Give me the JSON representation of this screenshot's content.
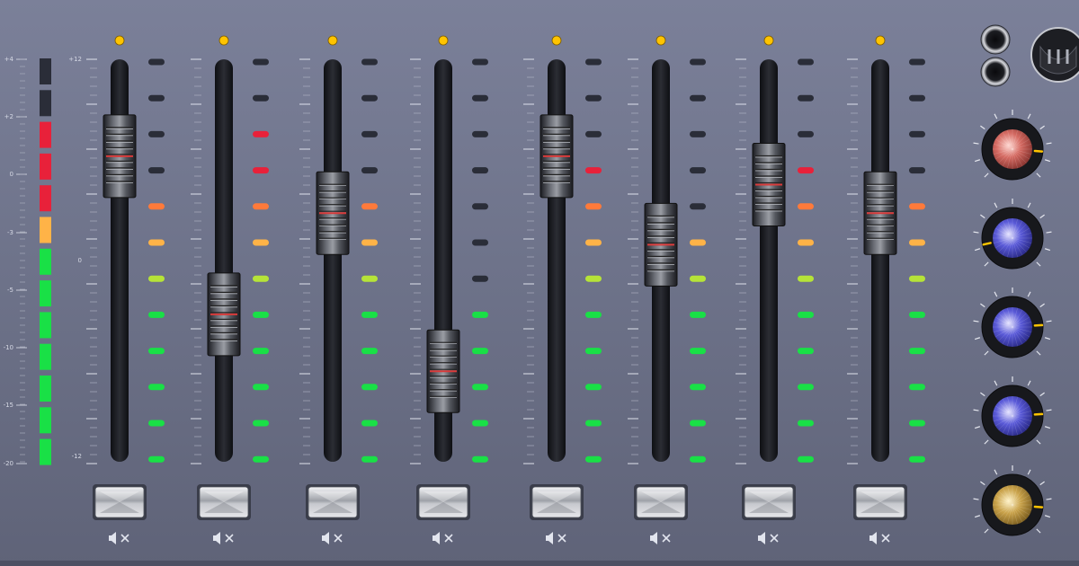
{
  "master_meter": {
    "scale_labels": [
      "+4",
      "+2",
      "0",
      "-3",
      "-5",
      "-10",
      "-15",
      "-20"
    ],
    "segments": [
      "off",
      "off",
      "red",
      "red",
      "red",
      "amber",
      "green",
      "green",
      "green",
      "green",
      "green",
      "green",
      "green"
    ]
  },
  "fader_scale": {
    "labels": [
      "+12",
      "0",
      "-12"
    ]
  },
  "channels": [
    {
      "id": 1,
      "level": 0.83,
      "meter_lit": 8,
      "mute_icon": "speaker-mute-icon",
      "led_on": true
    },
    {
      "id": 2,
      "level": 0.33,
      "meter_lit": 10,
      "mute_icon": "speaker-mute-icon",
      "led_on": true
    },
    {
      "id": 3,
      "level": 0.65,
      "meter_lit": 8,
      "mute_icon": "speaker-mute-icon",
      "led_on": true
    },
    {
      "id": 4,
      "level": 0.15,
      "meter_lit": 5,
      "mute_icon": "speaker-mute-icon",
      "led_on": true
    },
    {
      "id": 5,
      "level": 0.83,
      "meter_lit": 9,
      "mute_icon": "speaker-mute-icon",
      "led_on": true
    },
    {
      "id": 6,
      "level": 0.55,
      "meter_lit": 7,
      "mute_icon": "speaker-mute-icon",
      "led_on": true
    },
    {
      "id": 7,
      "level": 0.74,
      "meter_lit": 9,
      "mute_icon": "speaker-mute-icon",
      "led_on": true
    },
    {
      "id": 8,
      "level": 0.65,
      "meter_lit": 8,
      "mute_icon": "speaker-mute-icon",
      "led_on": true
    }
  ],
  "knobs": [
    {
      "color": "red",
      "value": 0.85
    },
    {
      "color": "blue",
      "value": 0.12
    },
    {
      "color": "blue",
      "value": 0.82
    },
    {
      "color": "blue",
      "value": 0.82
    },
    {
      "color": "gold",
      "value": 0.85
    }
  ],
  "colors": {
    "led_yellow": "#ffc400",
    "meter_red": "#e8213a",
    "meter_orange": "#ff7a3a",
    "meter_amber": "#ffb347",
    "meter_yellowgreen": "#b6e338",
    "meter_green": "#19e046",
    "meter_off": "#2a2d38",
    "fader_red_line": "#d83a3a"
  },
  "icons": {
    "jacks": "audio-jack-icon",
    "power": "power-connector-icon",
    "mute": "speaker-mute-icon"
  }
}
